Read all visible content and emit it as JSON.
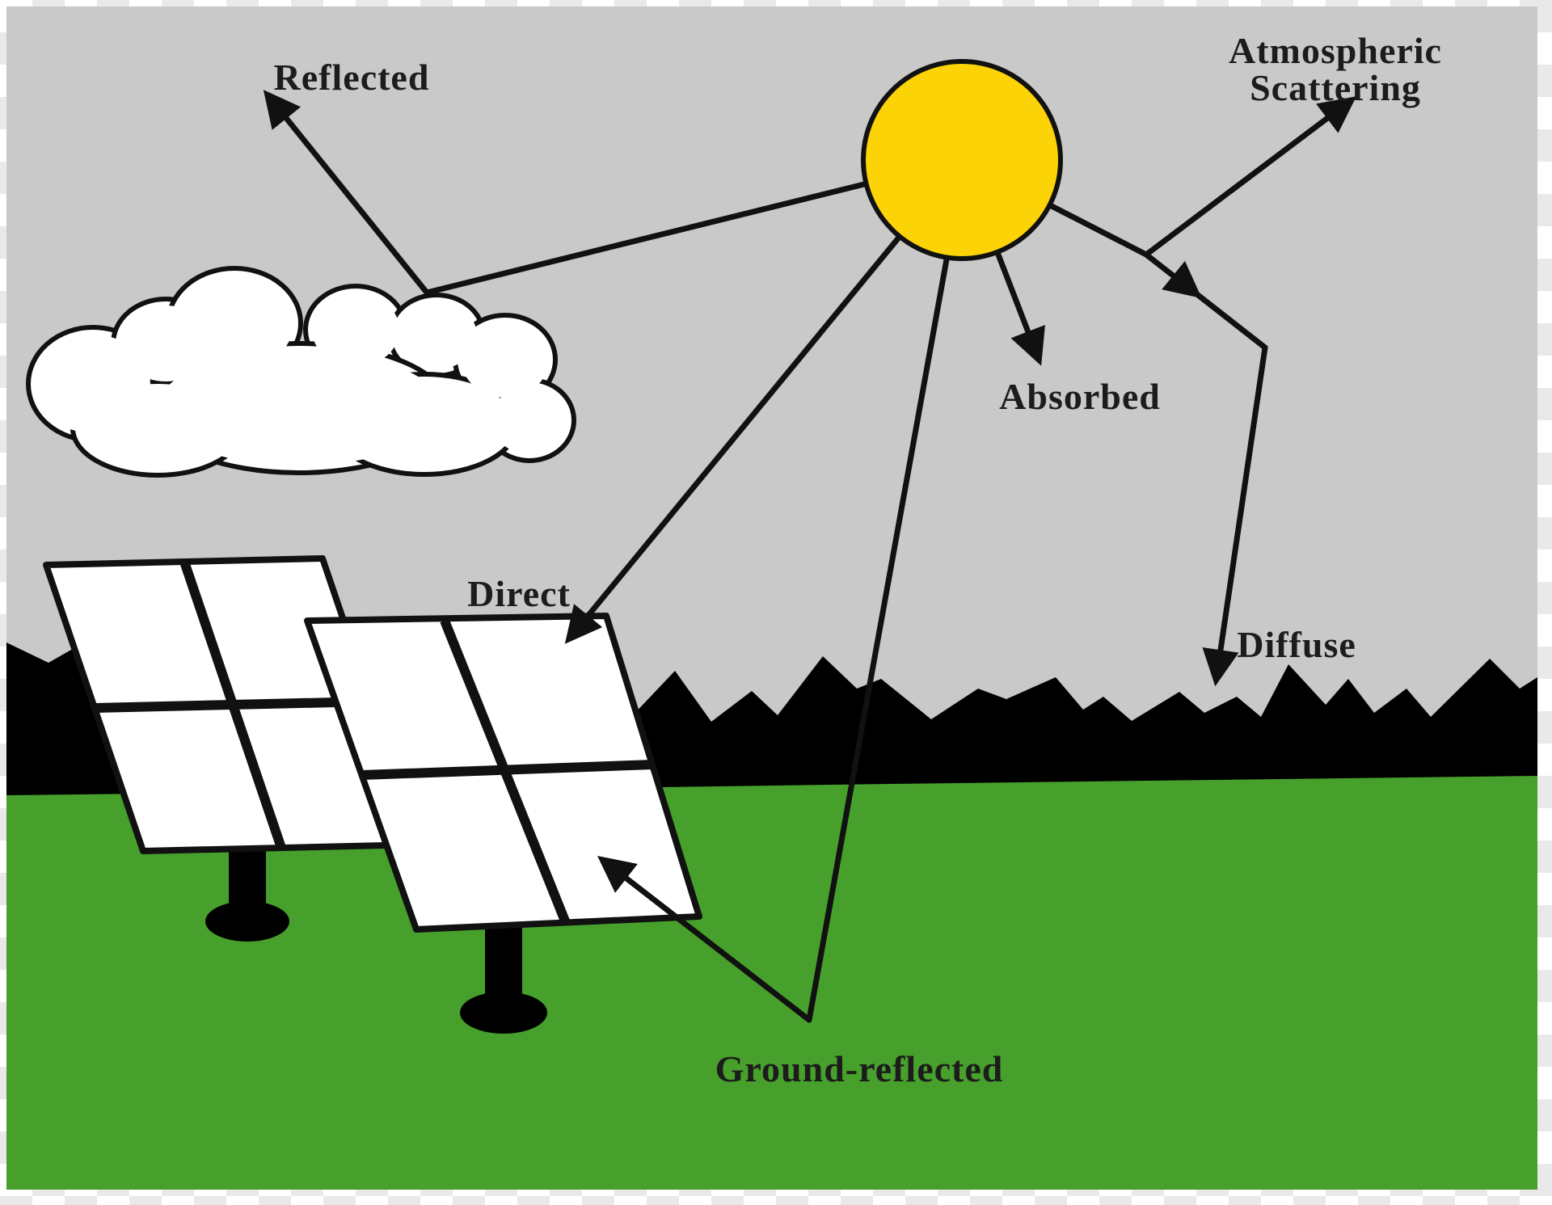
{
  "labels": {
    "reflected": "Reflected",
    "atmospheric_line1": "Atmospheric",
    "atmospheric_line2": "Scattering",
    "absorbed": "Absorbed",
    "direct": "Direct",
    "diffuse": "Diffuse",
    "ground_reflected": "Ground-reflected"
  },
  "colors": {
    "sky": "#c9c9c9",
    "grass": "#47a02b",
    "mountains": "#000000",
    "sun_fill": "#fcd306",
    "panel_fill": "#ffffff",
    "cloud_fill": "#ffffff",
    "label_text": "#1c1c1c",
    "checker_light": "#ffffff",
    "checker_dark": "#e9e9e9"
  }
}
